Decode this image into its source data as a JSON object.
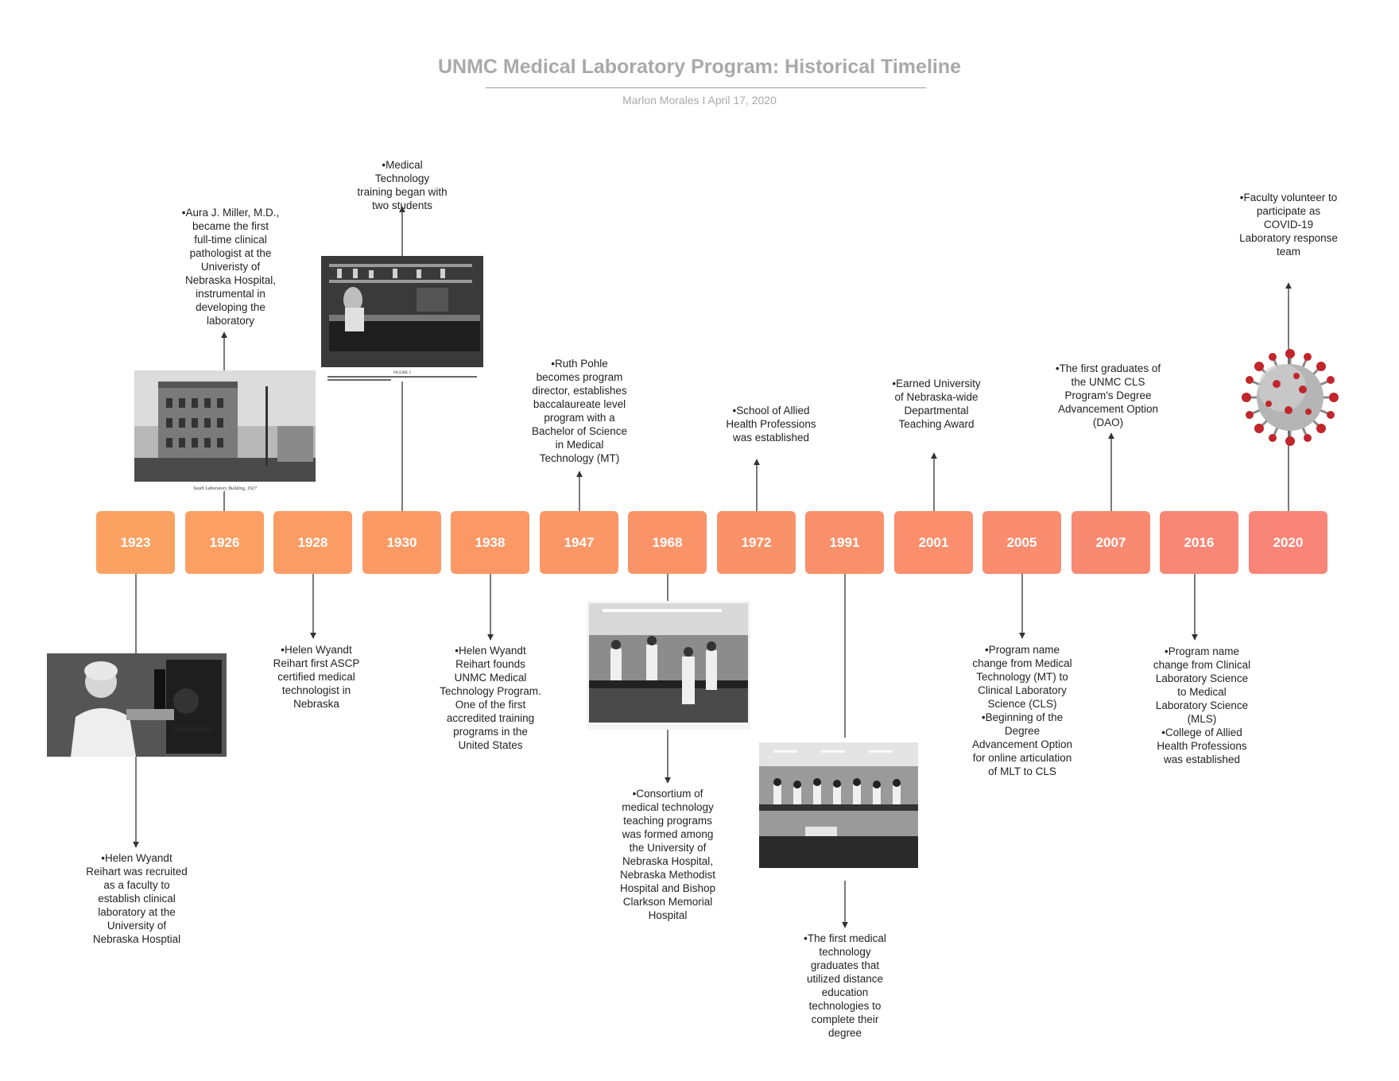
{
  "header": {
    "title": "UNMC Medical Laboratory Program: Historical Timeline",
    "subtitle": "Marlon Morales I April 17, 2020"
  },
  "colors": {
    "title": "#a9a9a9",
    "box_start": "#fba162",
    "box_end": "#f98478",
    "connector": "#333333",
    "text": "#222222"
  },
  "years": [
    "1923",
    "1926",
    "1928",
    "1930",
    "1938",
    "1947",
    "1968",
    "1972",
    "1991",
    "2001",
    "2005",
    "2007",
    "2016",
    "2020"
  ],
  "events": {
    "e1923": "•Helen Wyandt\nReihart was recruited\nas a faculty to\nestablish clinical\nlaboratory at the\nUniversity of\nNebraska Hosptial",
    "e1926": "•Aura J. Miller, M.D.,\nbecame the first\nfull-time clinical\npathologist at the\nUniveristy of\nNebraska Hospital,\ninstrumental in\ndeveloping the\nlaboratory",
    "e1928": "•Helen Wyandt\nReihart first ASCP\ncertified medical\ntechnologist in\nNebraska",
    "e1930": "•Medical\nTechnology\ntraining began with\ntwo students",
    "e1938": "•Helen Wyandt\nReihart founds\nUNMC Medical\nTechnology Program.\nOne of the first\naccredited training\nprograms in the\nUnited States",
    "e1947": "•Ruth Pohle\nbecomes program\ndirector, establishes\nbaccalaureate level\nprogram with a\nBachelor of Science\nin Medical\nTechnology (MT)",
    "e1968": "•Consortium of\nmedical technology\nteaching programs\nwas formed among\nthe University of\nNebraska Hospital,\nNebraska Methodist\nHospital and Bishop\nClarkson Memorial\nHospital",
    "e1972": "•School of Allied\nHealth Professions\nwas established",
    "e1991": "•The first medical\ntechnology\ngraduates that\nutilized distance\neducation\ntechnologies to\ncomplete their\ndegree",
    "e2001": "•Earned University\nof Nebraska-wide\nDepartmental\nTeaching Award",
    "e2005": "•Program name\nchange from Medical\nTechnology (MT) to\nClinical Laboratory\nScience (CLS)\n•Beginning of the\nDegree\nAdvancement Option\nfor online articulation\nof MLT to CLS",
    "e2007": "•The first graduates of\nthe UNMC CLS\nProgram's Degree\nAdvancement Option\n(DAO)",
    "e2016": "•Program name\nchange from Clinical\nLaboratory Science\nto Medical\nLaboratory Science\n(MLS)\n•College of Allied\nHealth Professions\nwas established",
    "e2020": "•Faculty volunteer to\nparticipate as\nCOVID-19\nLaboratory response\nteam"
  },
  "photos": {
    "building_caption": "South Laboratory Building, 1927",
    "lab1930_caption": "FIGURE 2"
  }
}
